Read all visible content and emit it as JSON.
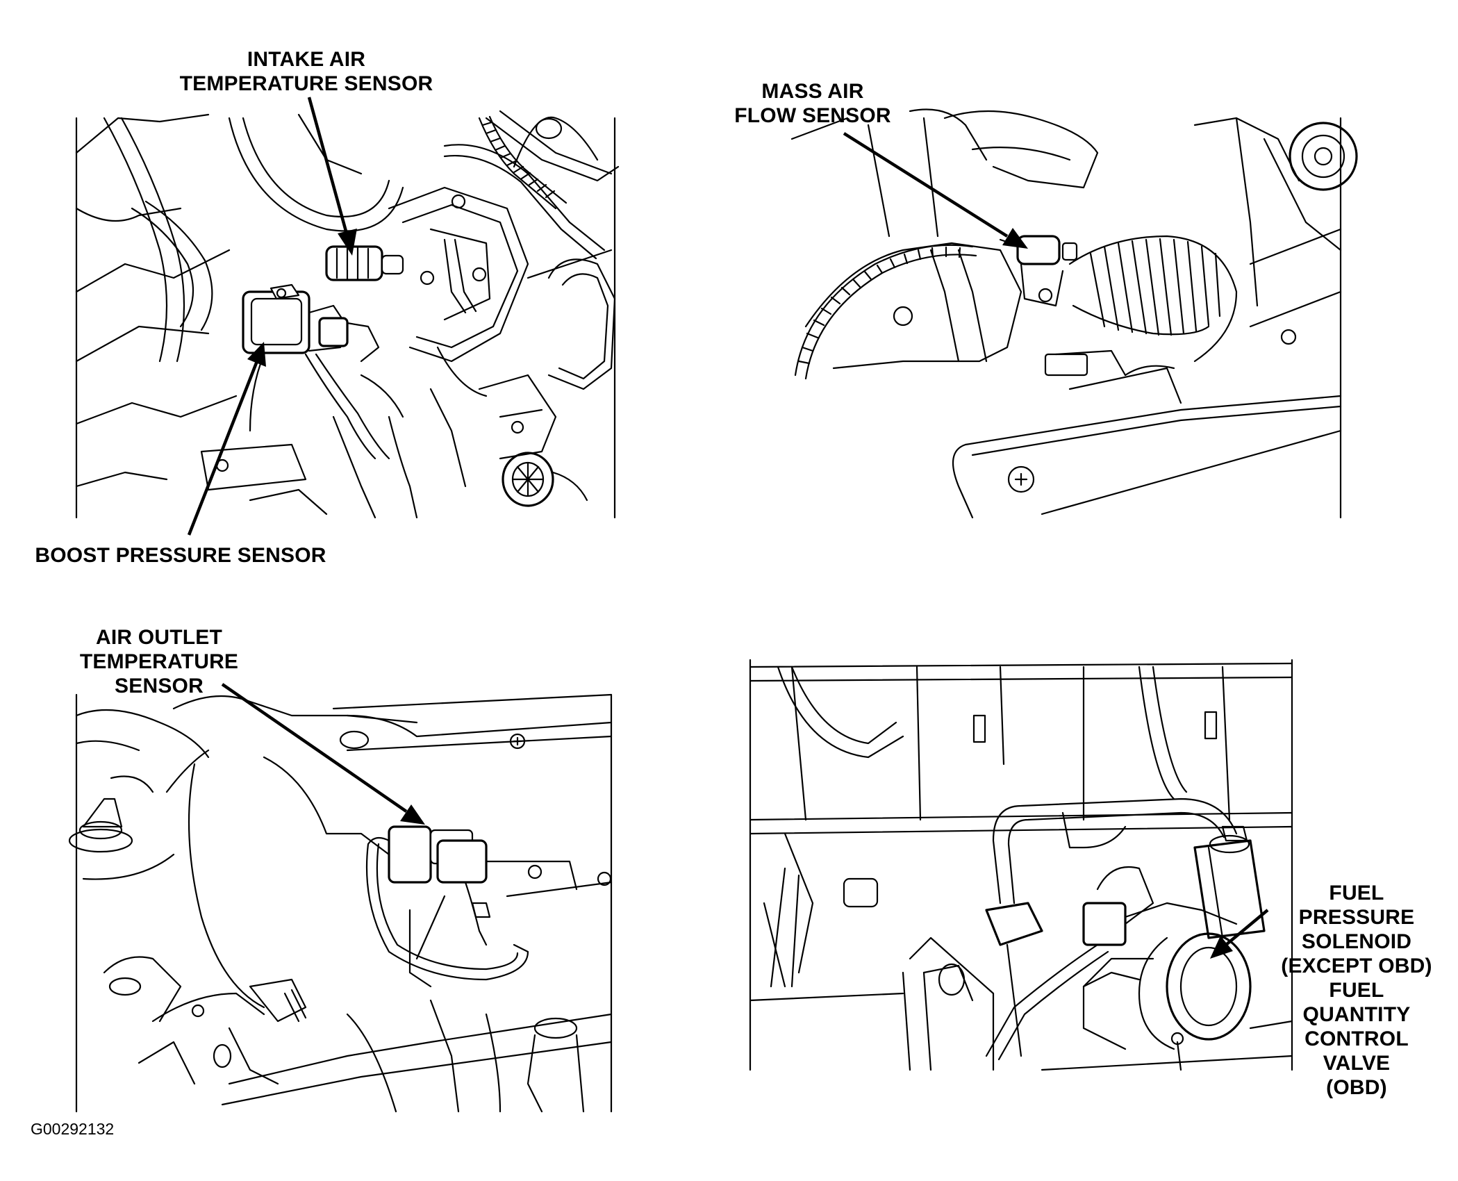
{
  "labels": {
    "intake_air_temp": [
      "INTAKE AIR",
      "TEMPERATURE SENSOR"
    ],
    "boost_pressure": [
      "BOOST PRESSURE SENSOR"
    ],
    "mass_air_flow": [
      "MASS AIR",
      "FLOW SENSOR"
    ],
    "air_outlet_temp": [
      "AIR OUTLET",
      "TEMPERATURE",
      "SENSOR"
    ],
    "fuel_pressure": [
      "FUEL",
      "PRESSURE",
      "SOLENOID",
      "(EXCEPT OBD)",
      "FUEL",
      "QUANTITY",
      "CONTROL",
      "VALVE",
      "(OBD)"
    ]
  },
  "figure_id": "G00292132",
  "colors": {
    "line": "#000000",
    "background": "#ffffff"
  }
}
